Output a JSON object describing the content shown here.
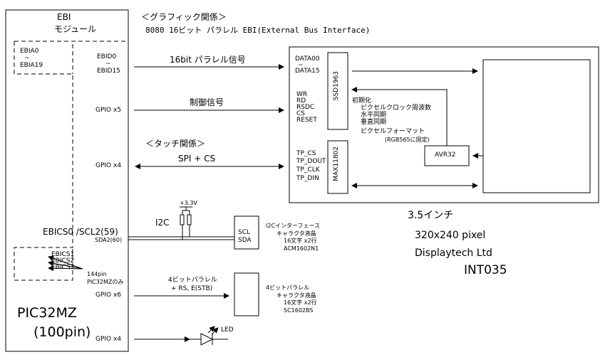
{
  "ebi": {
    "title": "EBI",
    "module": "モジュール"
  },
  "mcu": {
    "ebia0": "EBIA0",
    "ebia19": "EBIA19",
    "ebid0": "EBID0",
    "ebid15": "EBID15",
    "gpio_x5": "GPIO x5",
    "gpio_x4_touch": "GPIO x4",
    "ebics0_scl2": "EBICS0  /SCL2(59)",
    "sda2": "SDA2(60)",
    "ebics1": "EBICS1",
    "ebics2": "EBICS2",
    "ebics3": "EBICS3",
    "pin144": "144pin",
    "pic32mz_only": "PIC32MZのみ",
    "gpio_x6": "GPIO x6",
    "gpio_x4_led": "GPIO x4",
    "name": "PIC32MZ",
    "pins": "(100pin)"
  },
  "headings": {
    "graphics": "＜グラフィック関係＞",
    "graphics_desc": "8080 16ビット パラレル  EBI(External Bus Interface)",
    "touch": "＜タッチ関係＞"
  },
  "links": {
    "parallel16": "16bit パラレル信号",
    "control": "制御信号",
    "spi_cs": "SPI + CS",
    "i2c": "I2C",
    "parallel4_line1": "4ビットパラレル",
    "parallel4_line2": "+ RS, E(STB)",
    "vcc": "+3.3V",
    "led": "LED"
  },
  "display": {
    "data00": "DATA00",
    "data15": "DATA15",
    "wr": "WR",
    "rd": "RD",
    "rsdc": "RSDC",
    "cs": "CS",
    "reset": "RESET",
    "tp_cs": "TP_CS",
    "tp_dout": "TP_DOUT",
    "tp_clk": "TP_CLK",
    "tp_din": "TP_DIN",
    "ssd": "SSD1963",
    "max": "MAX11802",
    "avr": "AVR32",
    "init": "初期化",
    "init_items": [
      "ピクセルクロック周波数",
      "水平同期",
      "垂直同期",
      "ピクセルフォーマット"
    ],
    "rgb_note": "(RGB565に固定)",
    "size": "3.5インチ",
    "resolution": "320x240 pixel",
    "maker": "Displaytech Ltd",
    "model": "INT035"
  },
  "lcd_i2c": {
    "scl": "SCL",
    "sda": "SDA",
    "line1": "I2Cインターフェース",
    "line2": "キャラクタ液晶",
    "line3": "16文字 x2行",
    "line4": "ACM1602N1"
  },
  "lcd_par": {
    "line1": "4ビットパラレル",
    "line2": "キャラクタ液晶",
    "line3": "16文字 x2行",
    "line4": "SC1602BS"
  }
}
